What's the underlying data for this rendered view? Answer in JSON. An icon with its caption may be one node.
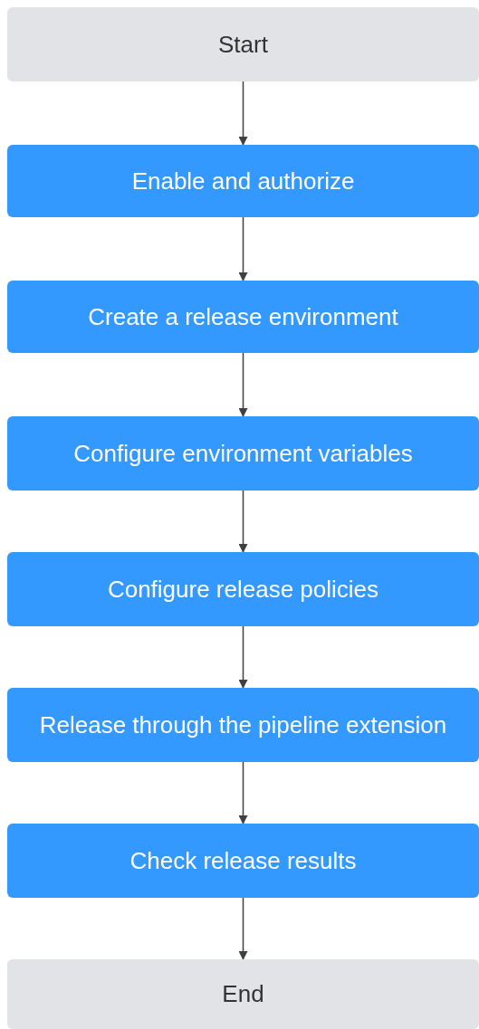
{
  "diagram": {
    "nodes": [
      {
        "text": [
          "Start"
        ]
      },
      {
        "text": [
          "Enable and authorize"
        ]
      },
      {
        "text": [
          "Create a release environment"
        ]
      },
      {
        "text": [
          "Configure environment variables"
        ]
      },
      {
        "text": [
          "Configure release policies"
        ]
      },
      {
        "text": [
          "Release through the pipeline extension"
        ]
      },
      {
        "text": [
          "Check release results"
        ]
      },
      {
        "text": [
          "End"
        ]
      }
    ],
    "edges": [
      {
        "from": 0,
        "to": 1,
        "arrow": "to"
      },
      {
        "from": 1,
        "to": 2,
        "arrow": "to"
      },
      {
        "from": 2,
        "to": 3,
        "arrow": "to"
      },
      {
        "from": 3,
        "to": 4,
        "arrow": "to"
      },
      {
        "from": 4,
        "to": 5,
        "arrow": "to"
      },
      {
        "from": 5,
        "to": 6,
        "arrow": "to"
      },
      {
        "from": 6,
        "to": 7,
        "arrow": "to"
      }
    ]
  }
}
